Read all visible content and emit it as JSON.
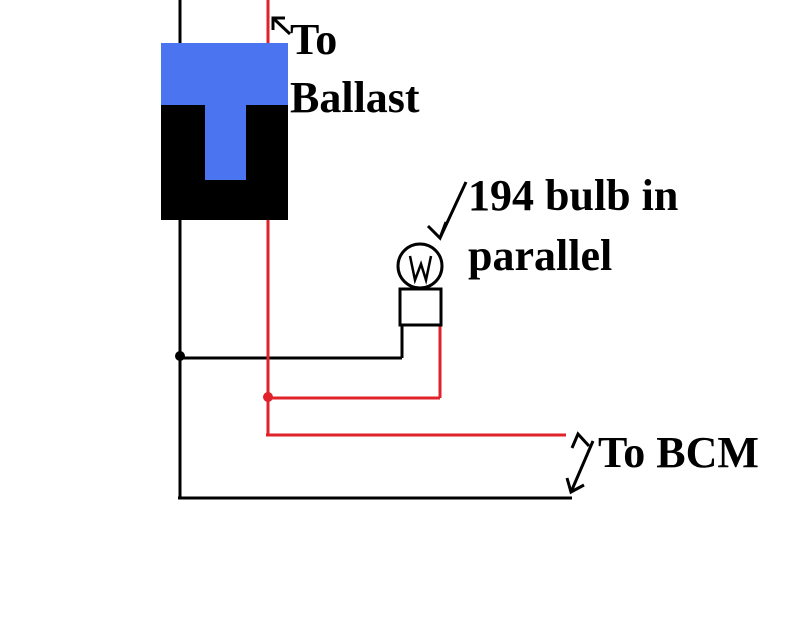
{
  "labels": {
    "ballast_line1": "To",
    "ballast_line2": "Ballast",
    "bulb_line1": "194 bulb in",
    "bulb_line2": "parallel",
    "bcm": "To BCM"
  },
  "colors": {
    "background": "#ffffff",
    "black_wire": "#000000",
    "red_wire": "#e0222a",
    "connector_cap": "#4a74f0",
    "connector_body": "#000000"
  }
}
